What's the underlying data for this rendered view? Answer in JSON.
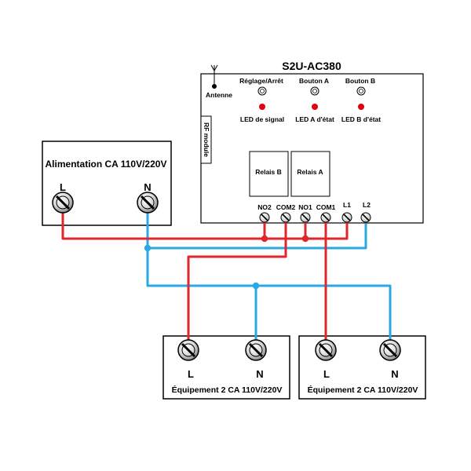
{
  "controller": {
    "model": "S2U-AC380",
    "antenna_label": "Antenne",
    "rf_module_label": "RF module",
    "buttons": {
      "setting": "Réglage/Arrêt",
      "button_a": "Bouton A",
      "button_b": "Bouton B"
    },
    "leds": {
      "signal": "LED de signal",
      "led_a": "LED A d'état",
      "led_b": "LED B d'état"
    },
    "relays": {
      "b": "Relais B",
      "a": "Relais A"
    },
    "terminals": {
      "no2": "NO2",
      "com2": "COM2",
      "no1": "NO1",
      "com1": "COM1",
      "l1": "L1",
      "l2": "L2"
    }
  },
  "power_supply": {
    "title": "Alimentation CA 110V/220V",
    "l": "L",
    "n": "N"
  },
  "equipment_1": {
    "title": "Équipement 2 CA 110V/220V",
    "l": "L",
    "n": "N"
  },
  "equipment_2": {
    "title": "Équipement 2 CA 110V/220V",
    "l": "L",
    "n": "N"
  },
  "colors": {
    "live_wire": "#e0262b",
    "neutral_wire": "#29a9e1",
    "led": "#e0000f",
    "outline": "#000000"
  }
}
